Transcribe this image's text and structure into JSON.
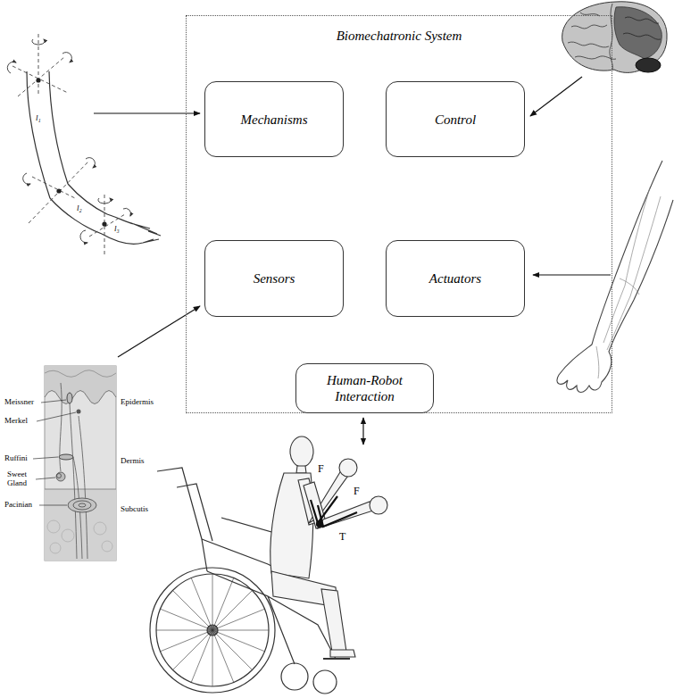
{
  "diagram": {
    "nodes": [
      {
        "text": [
          "Biomechatronic System"
        ]
      },
      {
        "text": [
          "Mechanisms"
        ],
        "in": 0
      },
      {
        "text": [
          "Control"
        ],
        "in": 0
      },
      {
        "text": [
          "Sensors"
        ],
        "in": 0
      },
      {
        "text": [
          "Actuators"
        ],
        "in": 0
      },
      {
        "text": [
          "Human-Robot Interaction"
        ],
        "in": 0
      }
    ],
    "labels": [
      "Meissner",
      "Merkel",
      "Ruffini",
      "Sweet Gland",
      "Pacinian",
      "Epidermis",
      "Dermis",
      "Subcutis",
      "l₁",
      "l₂",
      "l₃",
      "F",
      "F",
      "T"
    ]
  }
}
